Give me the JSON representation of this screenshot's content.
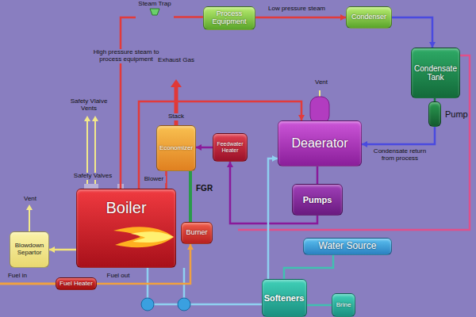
{
  "diagram": {
    "nodes": [
      {
        "text": [
          "Steam Trap"
        ]
      },
      {
        "text": [
          "Process Equipment"
        ]
      },
      {
        "text": [
          "Condenser"
        ]
      },
      {
        "text": [
          "Condensate Tank"
        ]
      },
      {
        "text": [
          "Pump"
        ]
      },
      {
        "text": [
          "Deaerator"
        ]
      },
      {
        "text": [
          "Economizer"
        ]
      },
      {
        "text": [
          "Feedwater Heater"
        ]
      },
      {
        "text": [
          "Pumps"
        ]
      },
      {
        "text": [
          "Boiler"
        ]
      },
      {
        "text": [
          "Burner"
        ]
      },
      {
        "text": [
          "Blowdown Separtor"
        ]
      },
      {
        "text": [
          "Fuel Heater"
        ]
      },
      {
        "text": [
          "Water Source"
        ]
      },
      {
        "text": [
          "Softeners"
        ]
      },
      {
        "text": [
          "Brine"
        ]
      }
    ],
    "edges": [
      {
        "from": 9,
        "to": 0,
        "arrow": "none"
      },
      {
        "from": 0,
        "to": 1,
        "arrow": "none"
      },
      {
        "from": 1,
        "to": 2,
        "label": "Low pressure steam",
        "arrow": "to"
      },
      {
        "from": 2,
        "to": 3,
        "arrow": "to"
      },
      {
        "from": 3,
        "to": 4,
        "arrow": "none"
      },
      {
        "from": 4,
        "to": 5,
        "label": "Condensate return from process",
        "arrow": "to"
      },
      {
        "from": 5,
        "to": 8,
        "arrow": "none"
      },
      {
        "from": 8,
        "to": 7,
        "arrow": "to"
      },
      {
        "from": 7,
        "to": 6,
        "arrow": "to"
      },
      {
        "from": 6,
        "to": 9,
        "arrow": "none"
      },
      {
        "from": 9,
        "to": 11,
        "arrow": "to"
      },
      {
        "from": 12,
        "to": 10,
        "label": "Fuel out",
        "arrow": "to"
      },
      {
        "from": 13,
        "to": 14,
        "arrow": "none"
      },
      {
        "from": 14,
        "to": 15,
        "arrow": "none"
      },
      {
        "from": 14,
        "to": 5,
        "arrow": "to"
      },
      {
        "from": 9,
        "to": 5,
        "arrow": "to"
      }
    ],
    "labels": [
      "High pressure steam to process equipment",
      "Exhaust Gas",
      "Stack",
      "Vent",
      "Safety Vlaive Vents",
      "Safety Valves",
      "Blower",
      "FGR",
      "Vent",
      "Fuel in"
    ]
  }
}
